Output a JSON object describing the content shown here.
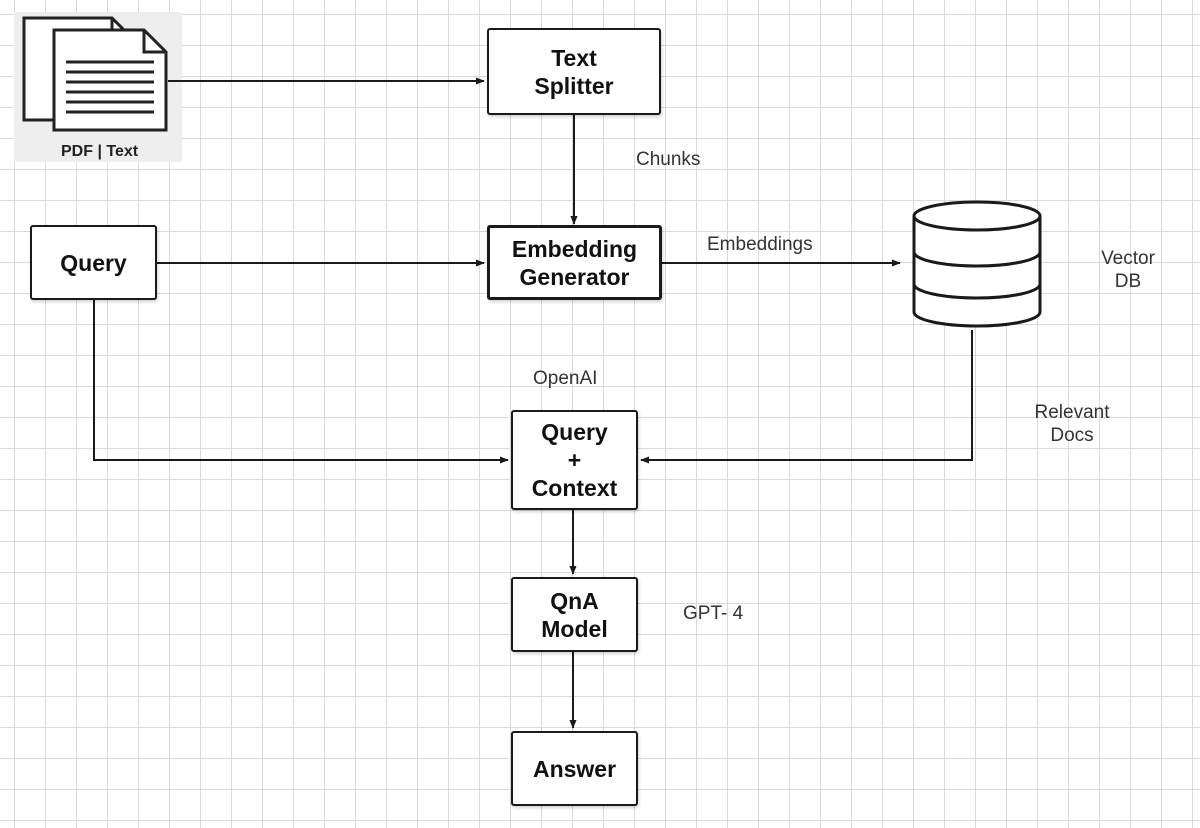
{
  "source_icon": {
    "name": "documents-icon",
    "caption": "PDF | Text"
  },
  "nodes": {
    "text_splitter": "Text\nSplitter",
    "query": "Query",
    "embedding_generator": "Embedding\nGenerator",
    "vector_db": "Vector\nDB",
    "query_context": "Query\n+\nContext",
    "qna_model": "QnA\nModel",
    "answer": "Answer"
  },
  "edge_labels": {
    "chunks": "Chunks",
    "embeddings": "Embeddings",
    "openai": "OpenAI",
    "relevant_docs": "Relevant\nDocs",
    "gpt4": "GPT- 4"
  },
  "database_icon": "database-icon"
}
